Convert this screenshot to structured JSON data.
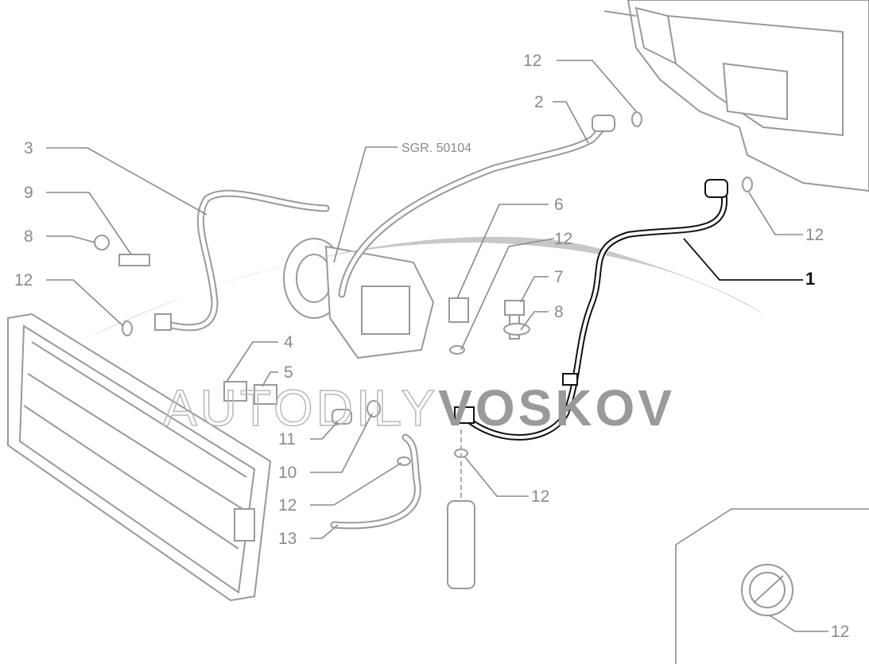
{
  "diagram": {
    "reference": "SGR. 50104",
    "watermark": {
      "part1": "AUTODILY",
      "part2": "VOSKOV"
    },
    "callouts": [
      {
        "id": "c-12-top",
        "label": "12"
      },
      {
        "id": "c-2",
        "label": "2"
      },
      {
        "id": "c-3",
        "label": "3"
      },
      {
        "id": "c-9",
        "label": "9"
      },
      {
        "id": "c-8-left",
        "label": "8"
      },
      {
        "id": "c-12-left",
        "label": "12"
      },
      {
        "id": "c-6",
        "label": "6"
      },
      {
        "id": "c-12-mid",
        "label": "12"
      },
      {
        "id": "c-7",
        "label": "7"
      },
      {
        "id": "c-8-right",
        "label": "8"
      },
      {
        "id": "c-4",
        "label": "4"
      },
      {
        "id": "c-5",
        "label": "5"
      },
      {
        "id": "c-11",
        "label": "11"
      },
      {
        "id": "c-10",
        "label": "10"
      },
      {
        "id": "c-12-low",
        "label": "12"
      },
      {
        "id": "c-13",
        "label": "13"
      },
      {
        "id": "c-12-drier",
        "label": "12"
      },
      {
        "id": "c-12-right",
        "label": "12"
      },
      {
        "id": "c-1",
        "label": "1"
      },
      {
        "id": "c-12-detail",
        "label": "12"
      }
    ]
  }
}
